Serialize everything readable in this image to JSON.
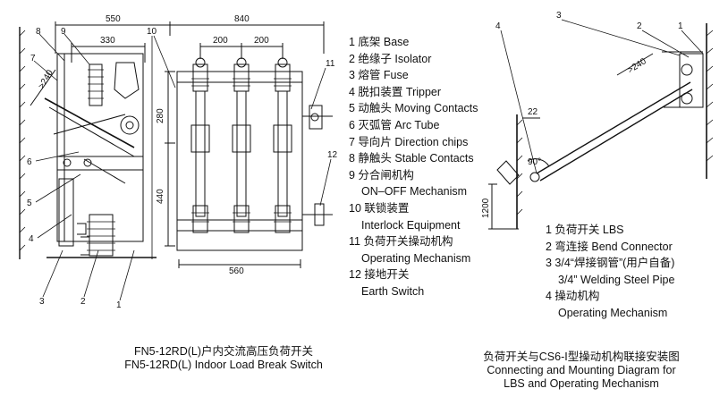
{
  "left_drawing": {
    "dims": {
      "d550": "550",
      "d330": "330",
      "d840": "840",
      "d200a": "200",
      "d200b": "200",
      "d280": "280",
      "d440": "440",
      "d560": "560",
      "d240": ">240"
    },
    "callouts": [
      "1",
      "2",
      "3",
      "4",
      "5",
      "6",
      "7",
      "8",
      "9",
      "10",
      "11",
      "12"
    ],
    "legend": [
      "1 底架 Base",
      "2 绝缘子 Isolator",
      "3 熔管 Fuse",
      "4 脱扣装置 Tripper",
      "5 动触头 Moving Contacts",
      "6 灭弧管 Arc Tube",
      "7 导向片 Direction chips",
      "8 静触头 Stable Contacts",
      "9 分合闸机构",
      "ON–OFF Mechanism",
      "10 联锁装置",
      "Interlock Equipment",
      "11 负荷开关操动机构",
      "Operating Mechanism",
      "12 接地开关",
      "Earth Switch"
    ],
    "caption": [
      "FN5-12RD(L)户内交流高压负荷开关",
      "FN5-12RD(L) Indoor Load Break Switch"
    ]
  },
  "right_drawing": {
    "dims": {
      "d240": ">240",
      "d22": "22",
      "d90": "90°",
      "d1200": "1200"
    },
    "callouts": [
      "1",
      "2",
      "3",
      "4"
    ],
    "legend": [
      "1  负荷开关  LBS",
      "2  弯连接  Bend Connector",
      "3  3/4“焊接钢管”(用户自备)",
      "3/4” Welding Steel Pipe",
      "4  操动机构",
      "Operating Mechanism"
    ],
    "caption": [
      "负荷开关与CS6-I型操动机构联接安装图",
      "Connecting and Mounting Diagram for",
      "LBS and Operating Mechanism"
    ]
  }
}
